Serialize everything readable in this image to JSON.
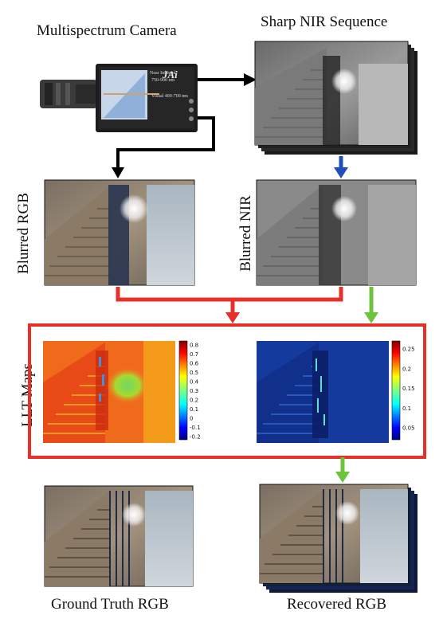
{
  "labels": {
    "camera": "Multispectrum Camera",
    "sharp_nir": "Sharp NIR Sequence",
    "blurred_rgb": "Blurred RGB",
    "blurred_nir": "Blurred NIR",
    "llt_maps": "LLT Maps",
    "ground_truth": "Ground Truth RGB",
    "recovered": "Recovered RGB"
  },
  "camera_text": {
    "top": "Near Infrared",
    "top_range": "750-900 nm",
    "bottom": "Visual 400-700 nm",
    "brand": "JAi"
  },
  "colorbar_left": {
    "ticks": [
      "0.8",
      "0.7",
      "0.6",
      "0.5",
      "0.4",
      "0.3",
      "0.2",
      "0.1",
      "0",
      "-0.1",
      "-0.2"
    ]
  },
  "colorbar_right": {
    "ticks": [
      "0.25",
      "0.2",
      "0.15",
      "0.1",
      "0.05"
    ]
  },
  "colors": {
    "black_arrow": "#000000",
    "blue_arrow": "#1f4fb8",
    "red_arrow": "#e8302a",
    "green_arrow": "#6cc43c",
    "llt_box": "#e8302a"
  }
}
